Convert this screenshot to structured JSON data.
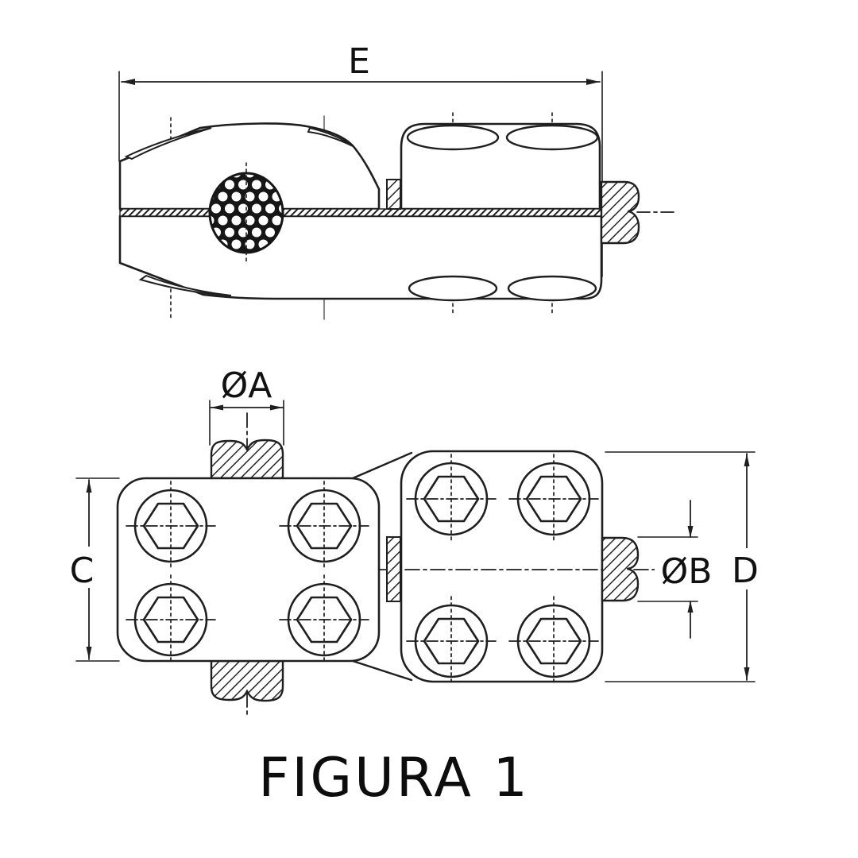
{
  "figure": {
    "caption": "FIGURA 1",
    "labels": {
      "e": "E",
      "dia_a": "ØA",
      "dia_b": "ØB",
      "c": "C",
      "d": "D"
    }
  },
  "colors": {
    "line": "#1f1f1f",
    "background": "#ffffff",
    "text": "#111111"
  }
}
